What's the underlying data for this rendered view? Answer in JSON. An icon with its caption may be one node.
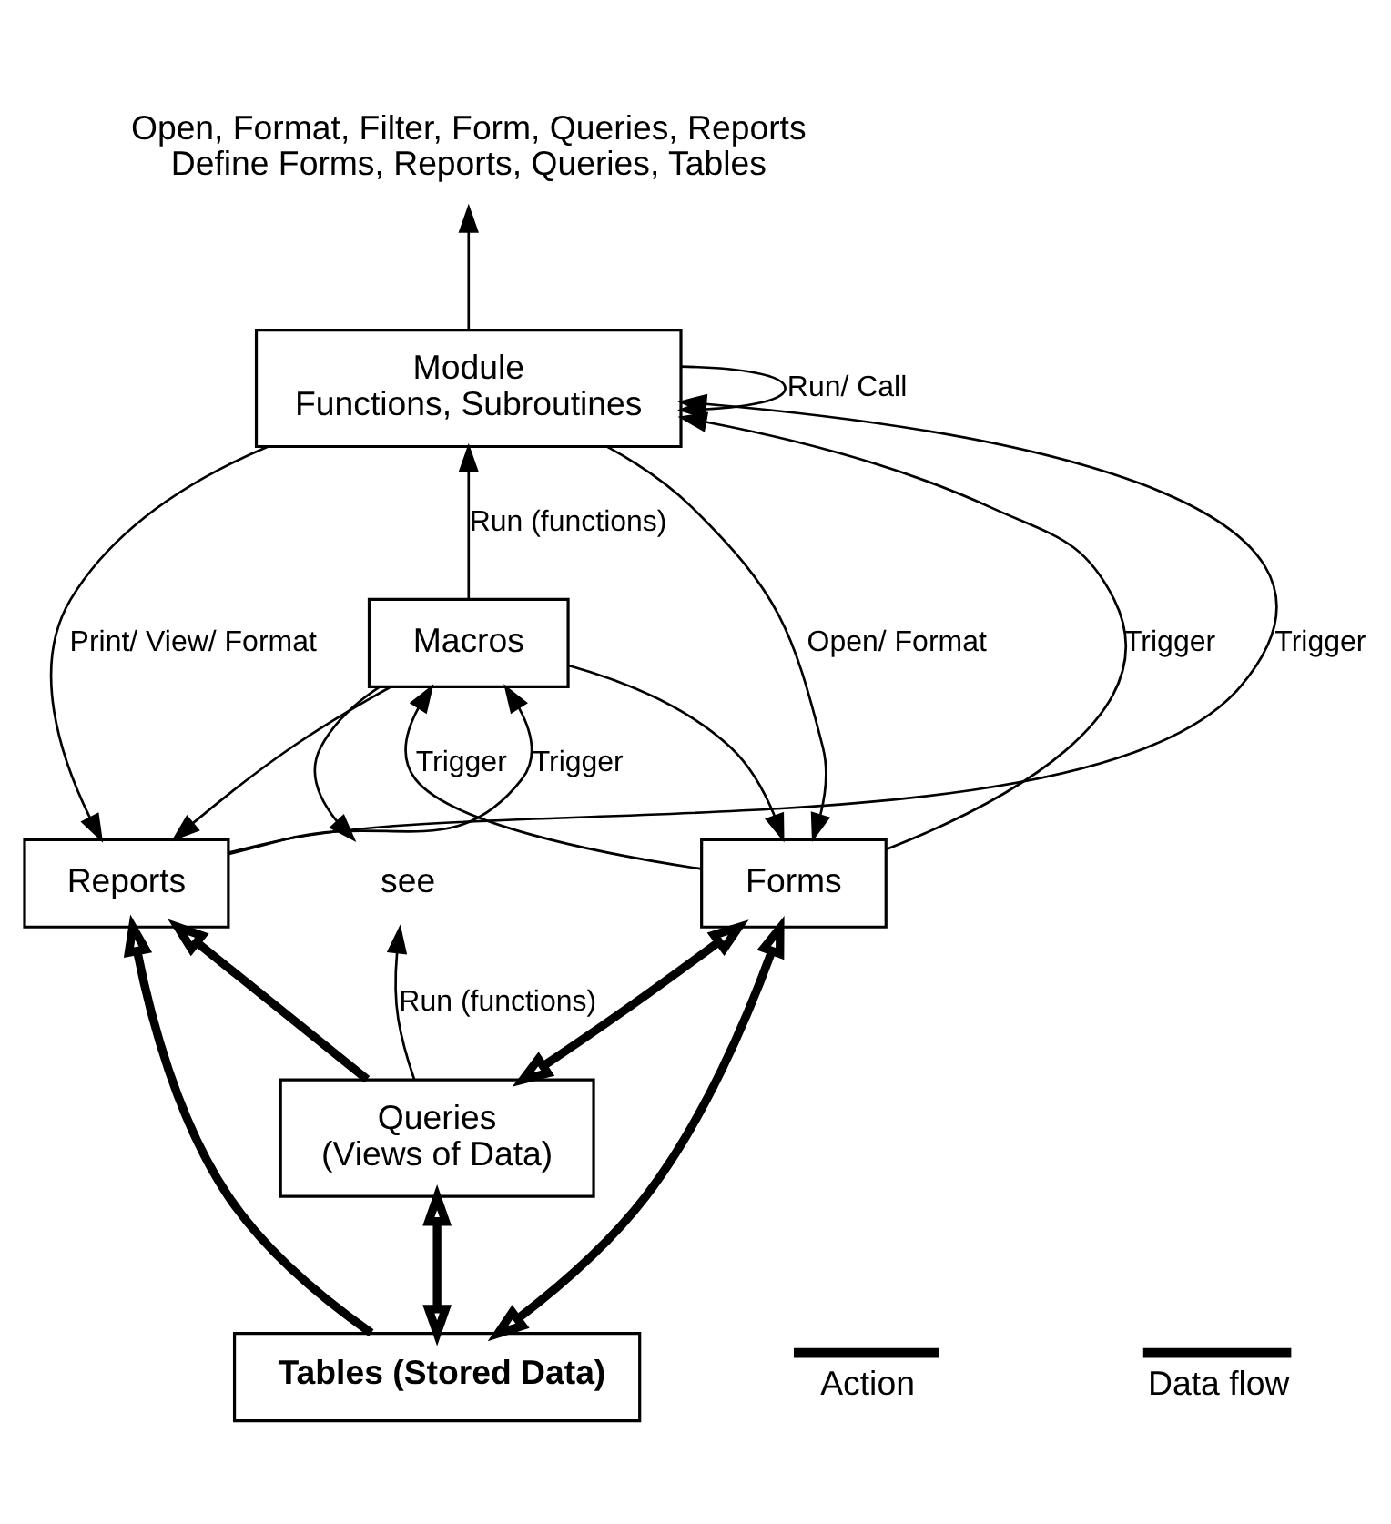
{
  "diagram": {
    "nodes": [
      {
        "text": [
          "Module",
          "Functions, Subroutines"
        ]
      },
      {
        "text": [
          "Macros"
        ]
      },
      {
        "text": [
          "Forms"
        ]
      },
      {
        "text": [
          "Reports"
        ]
      },
      {
        "text": [
          "see"
        ]
      },
      {
        "text": [
          "Queries",
          "(Views of Data)"
        ]
      },
      {
        "text": [
          "Tables (Stored Data)"
        ]
      },
      {
        "text": [
          "Open, Format, Filter, Form, Queries, Reports",
          "Define Forms, Reports, Queries, Tables"
        ]
      }
    ],
    "edges": [
      {
        "from": 0,
        "to": 7,
        "arrow": "to"
      },
      {
        "from": 0,
        "to": 0,
        "arrow": "to",
        "label": "Run/ Call"
      },
      {
        "from": 2,
        "to": 0,
        "arrow": "to",
        "label": "Trigger"
      },
      {
        "from": 0,
        "to": 2,
        "arrow": "to",
        "label": "Open/ Format"
      },
      {
        "from": 3,
        "to": 0,
        "arrow": "to",
        "label": "Trigger"
      },
      {
        "from": 0,
        "to": 3,
        "arrow": "to",
        "label": "Print/ View/ Format"
      },
      {
        "from": 1,
        "to": 0,
        "arrow": "to",
        "label": "Run (functions)"
      },
      {
        "from": 1,
        "to": 2,
        "arrow": "to"
      },
      {
        "from": 2,
        "to": 1,
        "arrow": "to",
        "label": "Trigger"
      },
      {
        "from": 1,
        "to": 3,
        "arrow": "to"
      },
      {
        "from": 3,
        "to": 1,
        "arrow": "to",
        "label": "Trigger"
      },
      {
        "from": 1,
        "to": 4,
        "arrow": "to"
      },
      {
        "from": 5,
        "to": 4,
        "arrow": "to",
        "label": "Run (functions)"
      },
      {
        "from": 2,
        "to": 5,
        "arrow": "both",
        "style": "thick"
      },
      {
        "from": 2,
        "to": 6,
        "arrow": "both",
        "style": "thick"
      },
      {
        "from": 5,
        "to": 3,
        "arrow": "to",
        "style": "thick"
      },
      {
        "from": 6,
        "to": 3,
        "arrow": "to",
        "style": "thick"
      },
      {
        "from": 5,
        "to": 6,
        "arrow": "both",
        "style": "thick"
      }
    ],
    "legend": [
      {
        "text": "Action"
      },
      {
        "text": "Data flow"
      }
    ]
  }
}
